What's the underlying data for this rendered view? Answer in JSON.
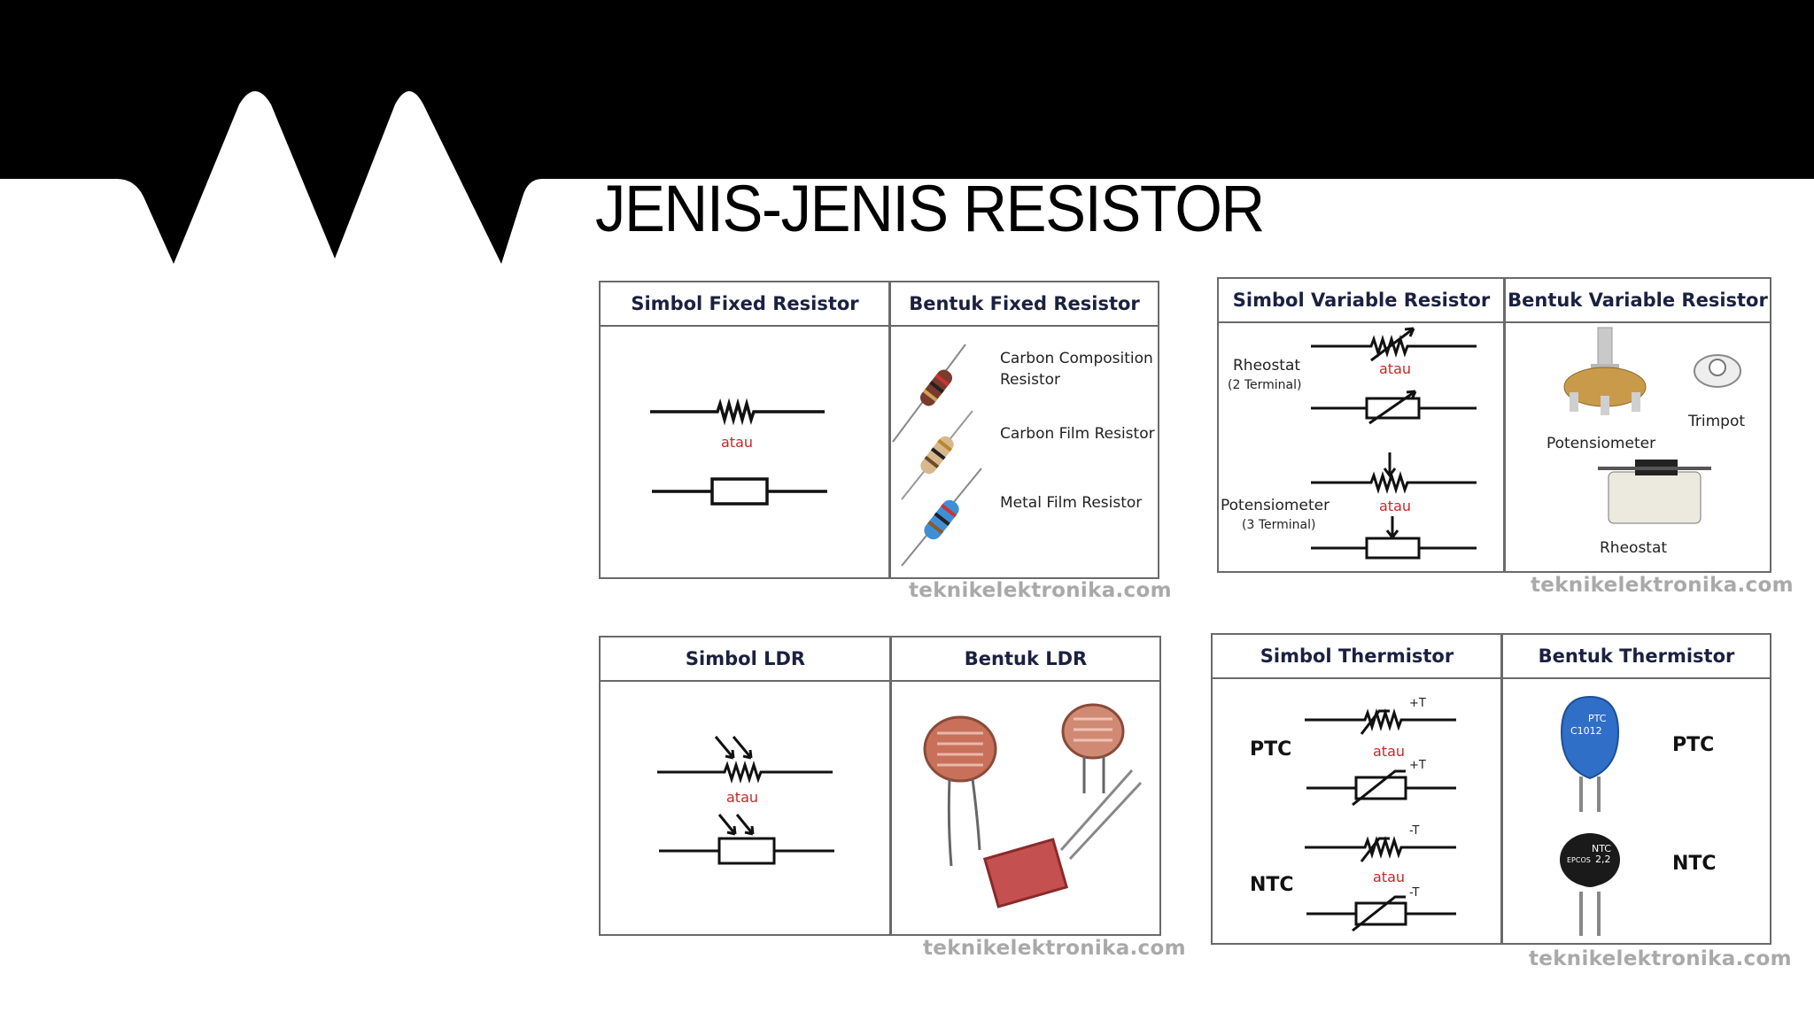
{
  "slide": {
    "title": "JENIS-JENIS RESISTOR"
  },
  "panels": {
    "fixed": {
      "header_left": "Simbol Fixed Resistor",
      "header_right": "Bentuk Fixed Resistor",
      "atau": "atau",
      "items": [
        "Carbon Composition",
        "Resistor",
        "Carbon Film Resistor",
        "Metal Film Resistor"
      ],
      "watermark": "teknikelektronika.com"
    },
    "variable": {
      "header_left": "Simbol Variable Resistor",
      "header_right": "Bentuk Variable Resistor",
      "rheostat": "Rheostat",
      "rheostat_sub": "(2 Terminal)",
      "potensiometer": "Potensiometer",
      "potensiometer_sub": "(3 Terminal)",
      "atau": "atau",
      "bentuk_potensiometer": "Potensiometer",
      "bentuk_trimpot": "Trimpot",
      "bentuk_rheostat": "Rheostat",
      "watermark": "teknikelektronika.com"
    },
    "ldr": {
      "header_left": "Simbol LDR",
      "header_right": "Bentuk LDR",
      "atau": "atau",
      "watermark": "teknikelektronika.com"
    },
    "thermistor": {
      "header_left": "Simbol Thermistor",
      "header_right": "Bentuk Thermistor",
      "ptc": "PTC",
      "ntc": "NTC",
      "atau": "atau",
      "plus_t": "+T",
      "minus_t": "-T",
      "ptc_cap_label": "PTC",
      "ptc_cap_code": "C1012",
      "ntc_cap_label": "NTC",
      "ntc_cap_code": "2,2",
      "ntc_cap_brand": "EPCOS",
      "watermark": "teknikelektronika.com"
    }
  },
  "colors": {
    "border": "#6a6a6a",
    "header_text": "#1a2140",
    "atau": "#c62828",
    "watermark": "#a9a9a9"
  }
}
